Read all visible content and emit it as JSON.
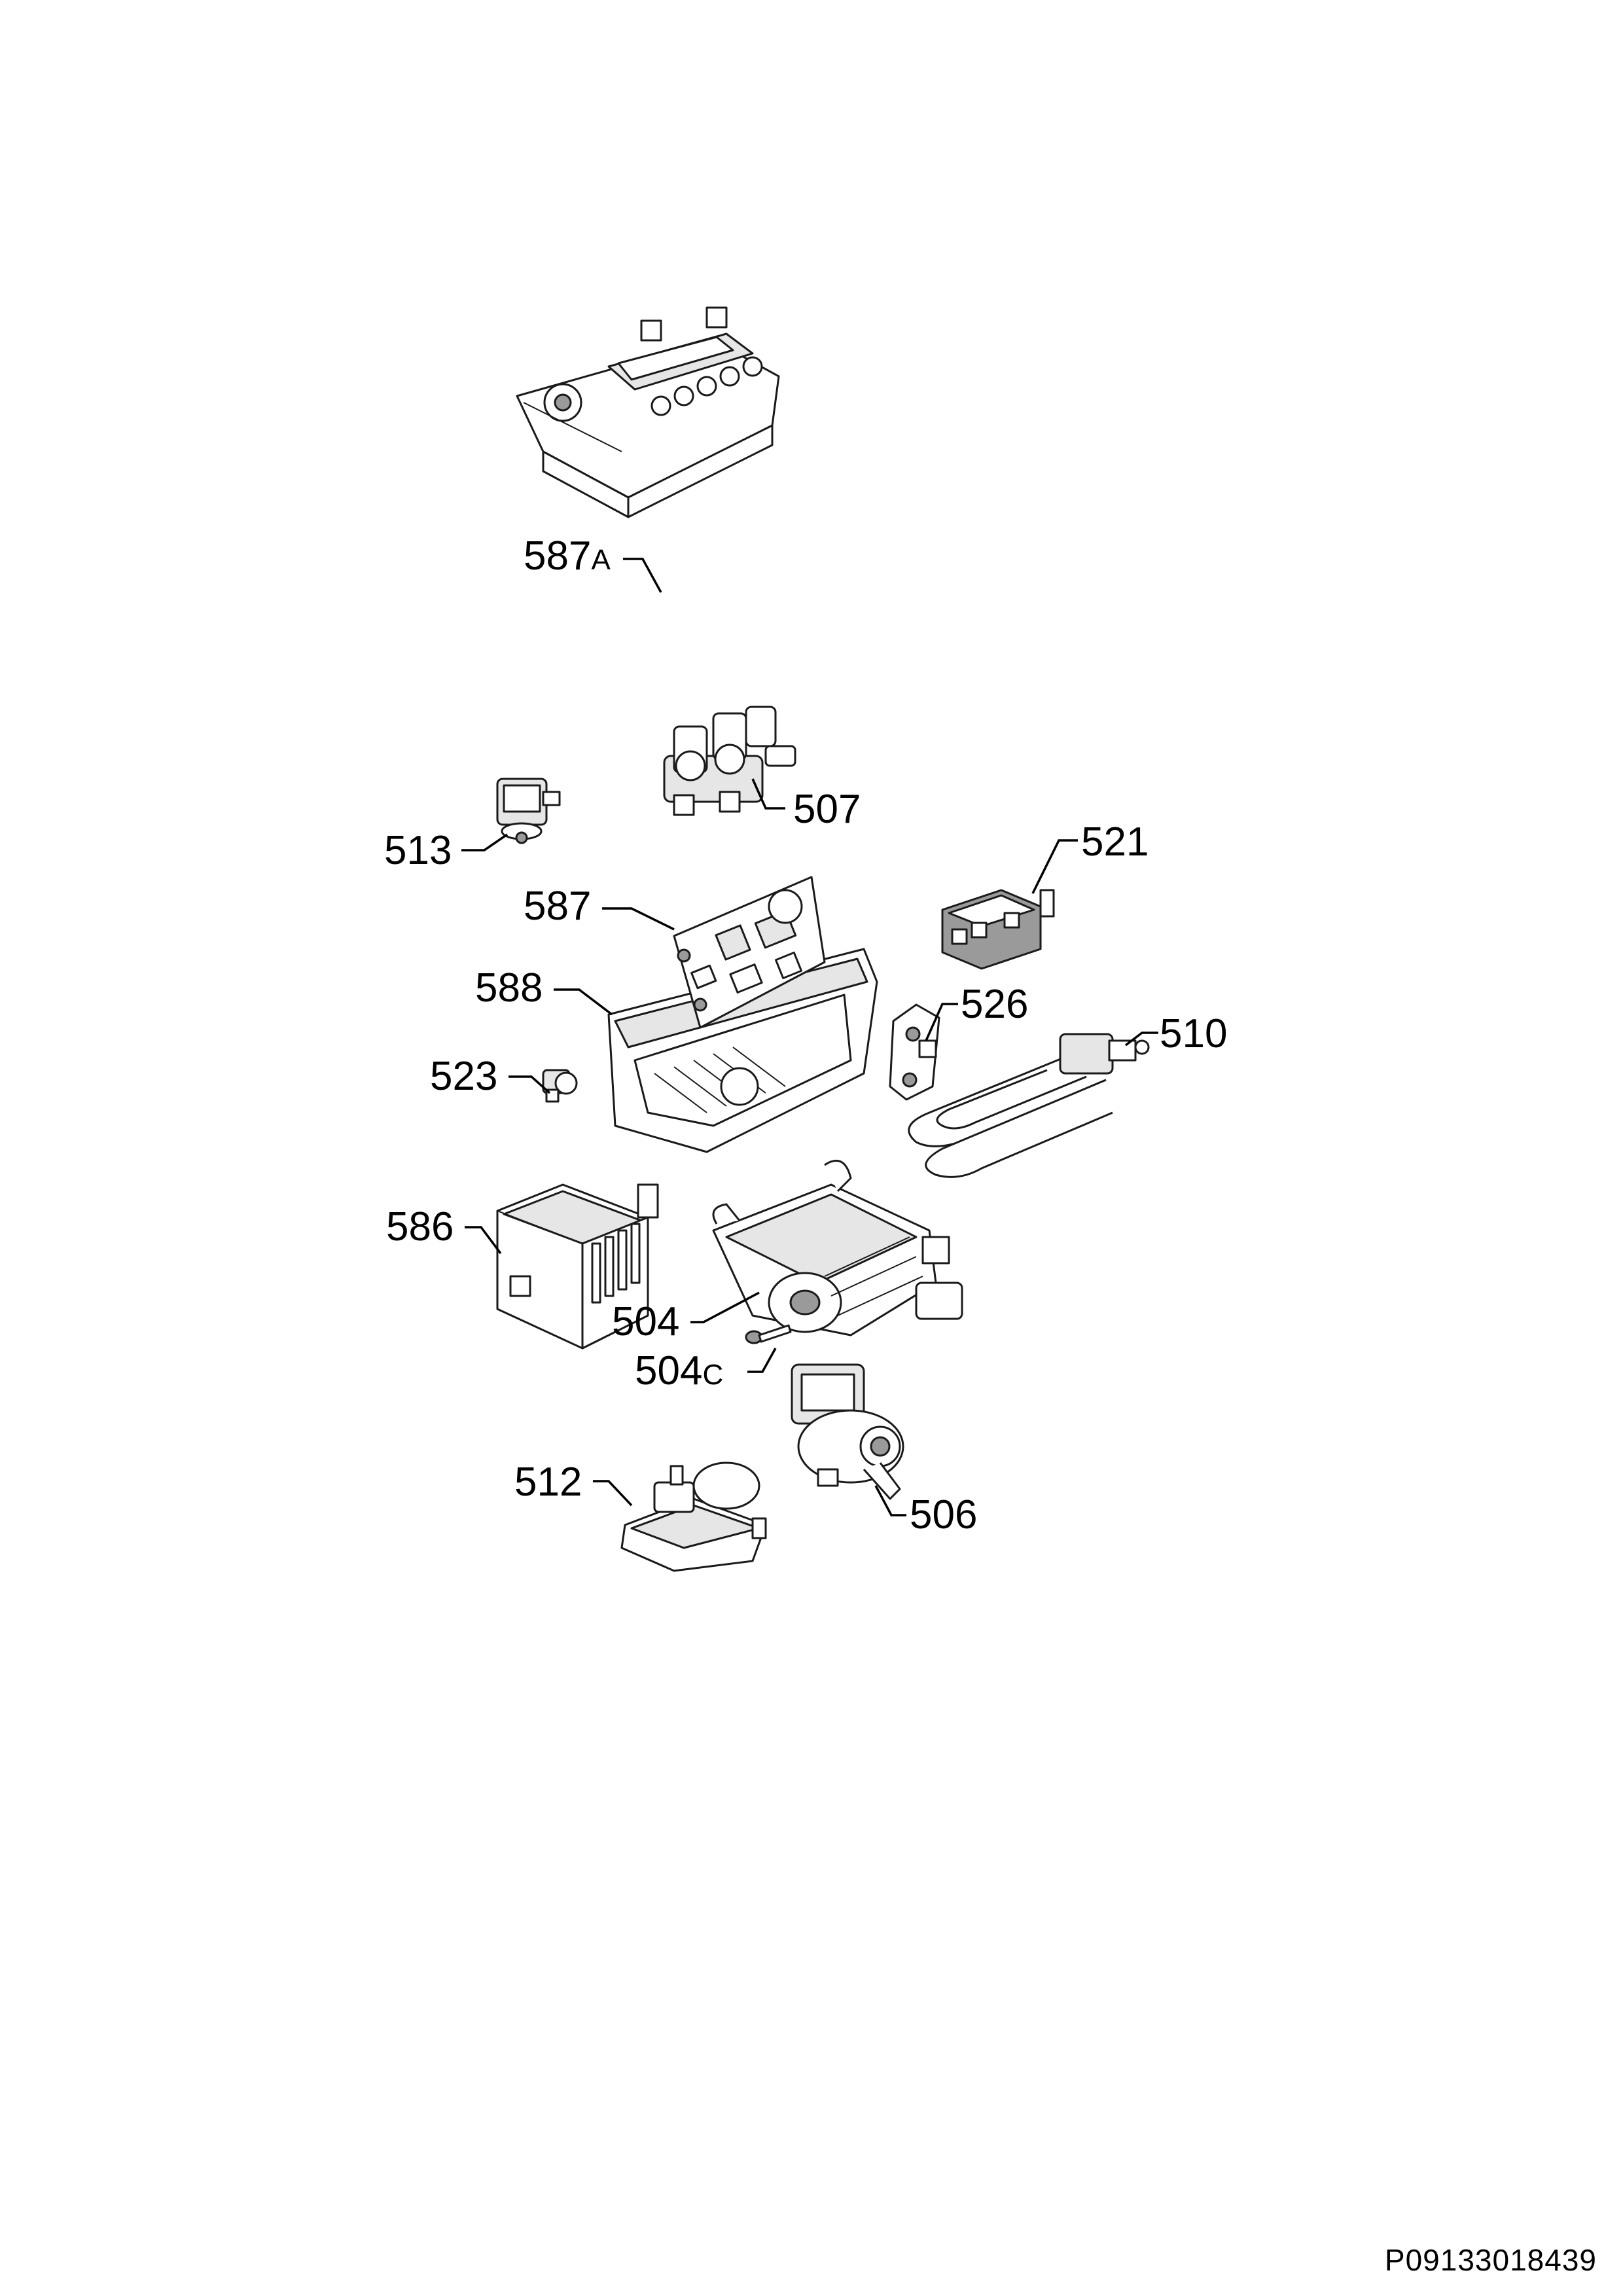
{
  "labels": {
    "p587a": "587",
    "p587a_suffix": "A",
    "p507": "507",
    "p513": "513",
    "p521": "521",
    "p587": "587",
    "p588": "588",
    "p526": "526",
    "p510": "510",
    "p523": "523",
    "p586": "586",
    "p504": "504",
    "p504c": "504",
    "p504c_suffix": "C",
    "p512": "512",
    "p506": "506"
  },
  "document_code": "P09133018439"
}
